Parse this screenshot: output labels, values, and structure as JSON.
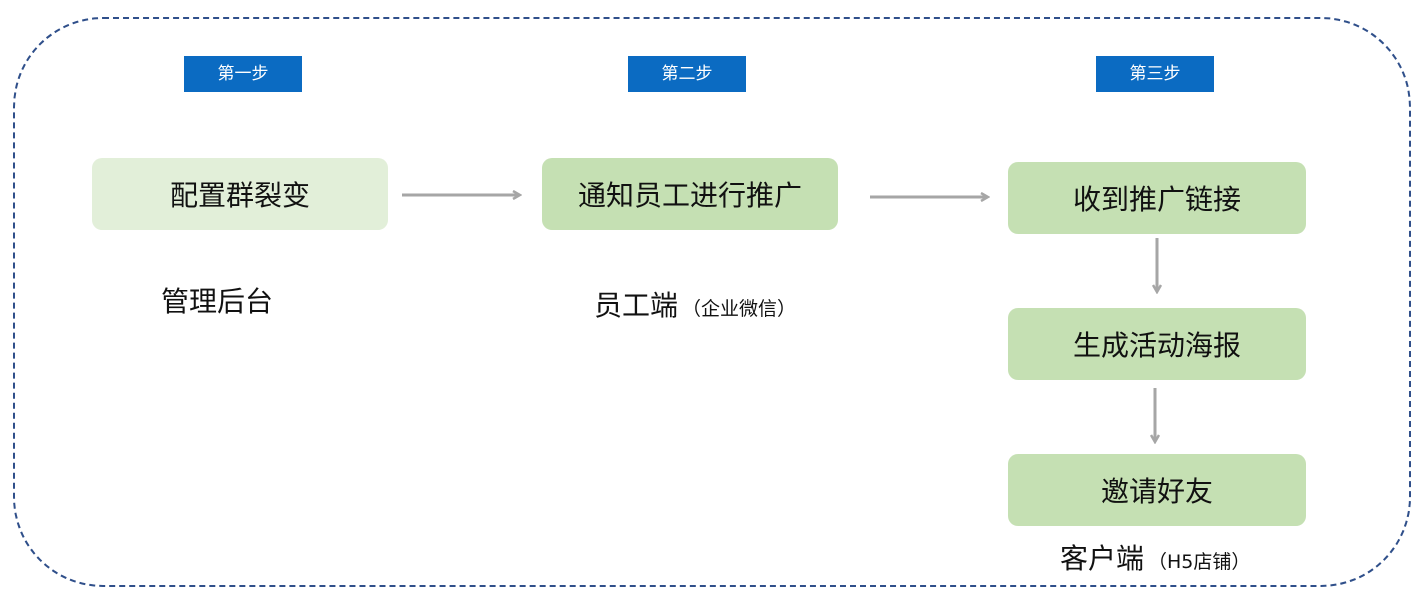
{
  "steps": [
    "第一步",
    "第二步",
    "第三步"
  ],
  "nodes": {
    "config": "配置群裂变",
    "notify": "通知员工进行推广",
    "receive": "收到推广链接",
    "poster": "生成活动海报",
    "invite": "邀请好友"
  },
  "captions": {
    "admin": "管理后台",
    "staff": "员工端",
    "staff_sub": "（企业微信）",
    "customer": "客户端",
    "customer_sub": "（H5店铺）"
  },
  "colors": {
    "frame_border": "#2f4f8a",
    "step_badge": "#0b6bc2",
    "node_light": "#e2efd9",
    "node_mid": "#c5e0b3",
    "arrow": "#a6a6a6"
  }
}
